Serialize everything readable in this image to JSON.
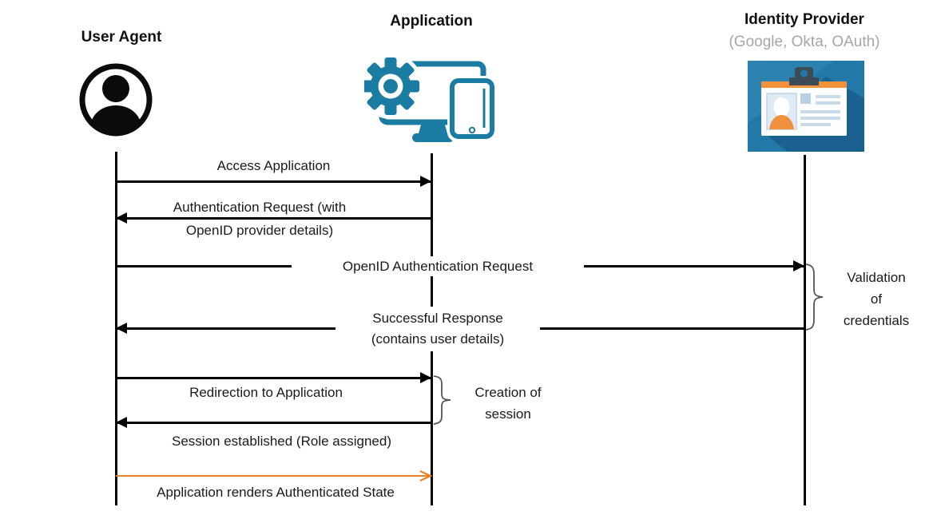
{
  "actors": [
    {
      "title": "User Agent",
      "icon": "user-avatar-icon"
    },
    {
      "title": "Application",
      "icon": "application-devices-icon"
    },
    {
      "title": "Identity Provider",
      "subtitle": "(Google, Okta, OAuth)",
      "icon": "id-card-icon"
    }
  ],
  "messages": [
    {
      "label": "Access Application",
      "from": "user-agent",
      "to": "application",
      "direction": "right"
    },
    {
      "line1": "Authentication Request (with",
      "line2": "OpenID provider details)",
      "from": "application",
      "to": "user-agent",
      "direction": "left"
    },
    {
      "label": "OpenID Authentication Request",
      "from": "user-agent",
      "to": "identity-provider",
      "direction": "right"
    },
    {
      "line1": "Successful Response",
      "line2": "(contains user details)",
      "from": "identity-provider",
      "to": "user-agent",
      "direction": "left"
    },
    {
      "label": "Redirection to Application",
      "from": "user-agent",
      "to": "application",
      "direction": "right"
    },
    {
      "label": "Session established (Role assigned)",
      "from": "application",
      "to": "user-agent",
      "direction": "left"
    },
    {
      "label": "Application renders Authenticated State",
      "from": "user-agent",
      "to": "application",
      "direction": "right",
      "accent": "orange"
    }
  ],
  "annotations": [
    {
      "line1": "Validation",
      "line2": "of",
      "line3": "credentials",
      "attached_to": "identity-provider"
    },
    {
      "line1": "Creation of",
      "line2": "session",
      "attached_to": "application"
    }
  ],
  "colors": {
    "line_black": "#000000",
    "app_icon_teal": "#1A7CA2",
    "idp_background_blue": "#2279A7",
    "idp_orange": "#F0913D",
    "highlight_arrow_orange": "#E8812D",
    "subtitle_gray": "#A6A6A6"
  }
}
